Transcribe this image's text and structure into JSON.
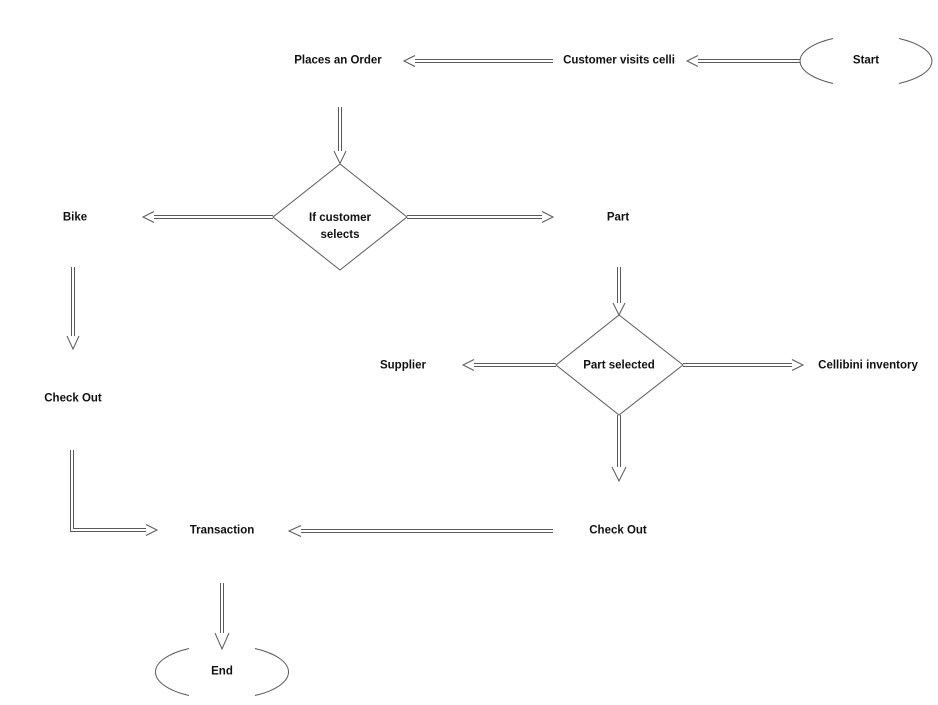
{
  "background_color": "#ffffff",
  "line_color": "#595959",
  "text_color": "#111111",
  "diagram": {
    "type": "flowchart",
    "nodes": [
      {
        "id": "start",
        "shape": "terminator",
        "label": "Start"
      },
      {
        "id": "customer-visits",
        "shape": "label",
        "label": "Customer visits celli"
      },
      {
        "id": "places-order",
        "shape": "label",
        "label": "Places an Order"
      },
      {
        "id": "if-customer-selects",
        "shape": "decision",
        "label": "If customer selects"
      },
      {
        "id": "bike",
        "shape": "label",
        "label": "Bike"
      },
      {
        "id": "part",
        "shape": "label",
        "label": "Part"
      },
      {
        "id": "part-selected",
        "shape": "decision",
        "label": "Part selected"
      },
      {
        "id": "supplier",
        "shape": "label",
        "label": "Supplier"
      },
      {
        "id": "cellibini-inventory",
        "shape": "label",
        "label": "Cellibini inventory"
      },
      {
        "id": "check-out-bike",
        "shape": "label",
        "label": "Check Out"
      },
      {
        "id": "check-out-part",
        "shape": "label",
        "label": "Check Out"
      },
      {
        "id": "transaction",
        "shape": "label",
        "label": "Transaction"
      },
      {
        "id": "end",
        "shape": "terminator",
        "label": "End"
      }
    ],
    "connectors": [
      {
        "from": "start",
        "to": "customer-visits"
      },
      {
        "from": "customer-visits",
        "to": "places-order"
      },
      {
        "from": "places-order",
        "to": "if-customer-selects"
      },
      {
        "from": "if-customer-selects",
        "to": "bike"
      },
      {
        "from": "if-customer-selects",
        "to": "part"
      },
      {
        "from": "bike",
        "to": "check-out-bike"
      },
      {
        "from": "part",
        "to": "part-selected"
      },
      {
        "from": "part-selected",
        "to": "supplier"
      },
      {
        "from": "part-selected",
        "to": "cellibini-inventory"
      },
      {
        "from": "part-selected",
        "to": "check-out-part"
      },
      {
        "from": "check-out-part",
        "to": "transaction"
      },
      {
        "from": "check-out-bike",
        "to": "transaction"
      },
      {
        "from": "transaction",
        "to": "end"
      }
    ]
  }
}
